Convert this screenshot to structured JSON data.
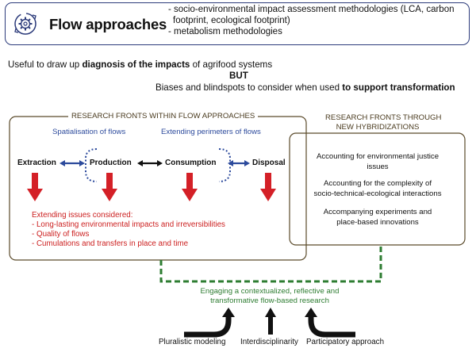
{
  "header": {
    "title": "Flow approaches",
    "icon": "gear-cycle-icon",
    "lines": [
      "- socio-environmental impact assessment methodologies (LCA, carbon",
      "footprint, ecological footprint)",
      "- metabolism methodologies"
    ]
  },
  "intro": {
    "line1_prefix": "Useful to draw up ",
    "line1_bold": "diagnosis of the impacts",
    "line1_suffix": " of agrifood systems",
    "but": "BUT",
    "line3_prefix": "Biases and blindspots to consider when used ",
    "line3_bold": "to support transformation"
  },
  "left_frame": {
    "title": "RESEARCH FRONTS WITHIN FLOW APPROACHES",
    "spatialisation": "Spatialisation of flows",
    "extending_perimeters": "Extending perimeters of flows",
    "stages": [
      "Extraction",
      "Production",
      "Consumption",
      "Disposal"
    ],
    "issues_title": "Extending issues considered:",
    "issues": [
      "- Long-lasting environmental impacts and irreversibilities",
      "- Quality of flows",
      "- Cumulations and transfers in place and time"
    ]
  },
  "right_frame": {
    "title_line1": "RESEARCH FRONTS THROUGH",
    "title_line2": "NEW HYBRIDIZATIONS",
    "items": [
      [
        "Accounting for environmental justice",
        "issues"
      ],
      [
        "Accounting for the complexity of",
        "socio-technical-ecological interactions"
      ],
      [
        "Accompanying experiments and",
        "place-based innovations"
      ]
    ]
  },
  "engaging": {
    "lines": [
      "Engaging a contextualized, reflective and",
      "transformative flow-based research"
    ]
  },
  "bottom": {
    "labels": [
      "Pluralistic modeling",
      "Interdisciplinarity",
      "Participatory approach"
    ]
  },
  "colors": {
    "header_border": "#2b3a7a",
    "frame_border": "#5a4a2a",
    "blue_arrow": "#2c4a9c",
    "red_arrow": "#d42027",
    "green": "#2e7d32",
    "red_text": "#cc1f1f"
  }
}
